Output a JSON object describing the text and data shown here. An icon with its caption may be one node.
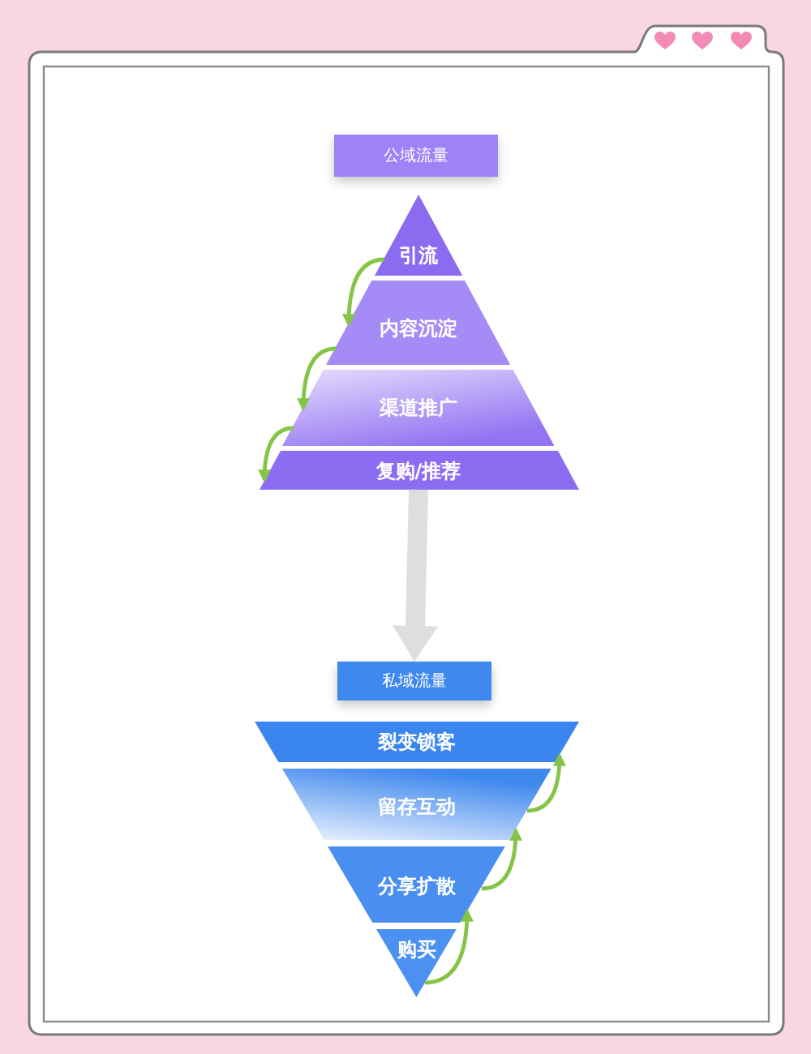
{
  "diagram": {
    "nodes": [
      {
        "text": [
          "公域流量"
        ]
      },
      {
        "text": [
          "引流"
        ]
      },
      {
        "text": [
          "内容沉淀"
        ]
      },
      {
        "text": [
          "渠道推广"
        ]
      },
      {
        "text": [
          "复购/推荐"
        ]
      },
      {
        "text": [
          "私域流量"
        ]
      },
      {
        "text": [
          "裂变锁客"
        ]
      },
      {
        "text": [
          "留存互动"
        ]
      },
      {
        "text": [
          "分享扩散"
        ]
      },
      {
        "text": [
          "购买"
        ]
      }
    ],
    "edges": [
      {
        "from": 1,
        "to": 2,
        "arrow": "to"
      },
      {
        "from": 2,
        "to": 3,
        "arrow": "to"
      },
      {
        "from": 3,
        "to": 4,
        "arrow": "to"
      },
      {
        "from": 4,
        "to": 5,
        "arrow": "to",
        "style": "thick",
        "color": "#dedede"
      },
      {
        "from": 9,
        "to": 8,
        "arrow": "to"
      },
      {
        "from": 8,
        "to": 7,
        "arrow": "to"
      },
      {
        "from": 7,
        "to": 6,
        "arrow": "to"
      }
    ]
  }
}
